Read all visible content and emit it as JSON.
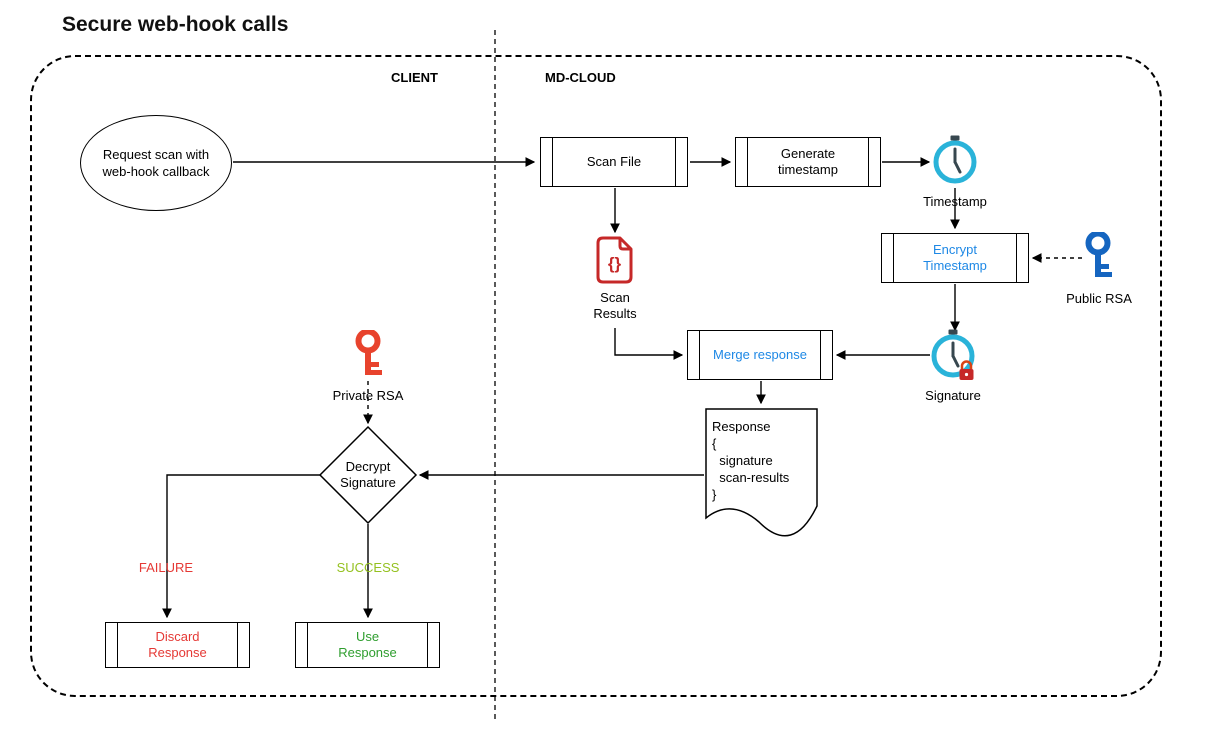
{
  "title": "Secure web-hook calls",
  "lanes": {
    "client": "CLIENT",
    "cloud": "MD-CLOUD"
  },
  "nodes": {
    "request_scan": {
      "line1": "Request scan with",
      "line2": "web-hook callback"
    },
    "scan_file": {
      "label": "Scan File"
    },
    "generate_timestamp": {
      "line1": "Generate",
      "line2": "timestamp"
    },
    "timestamp": {
      "label": "Timestamp"
    },
    "encrypt_timestamp": {
      "line1": "Encrypt",
      "line2": "Timestamp"
    },
    "public_rsa": {
      "label": "Public RSA"
    },
    "signature": {
      "label": "Signature"
    },
    "merge_response": {
      "label": "Merge response"
    },
    "scan_results": {
      "glyph": "{}",
      "line1": "Scan",
      "line2": "Results"
    },
    "response_doc": {
      "lines": [
        "Response",
        "{",
        "  signature",
        "  scan-results",
        "}"
      ]
    },
    "private_rsa": {
      "label": "Private RSA"
    },
    "decrypt_signature": {
      "line1": "Decrypt",
      "line2": "Signature"
    },
    "discard_response": {
      "line1": "Discard",
      "line2": "Response"
    },
    "use_response": {
      "line1": "Use",
      "line2": "Response"
    }
  },
  "edge_labels": {
    "failure": "FAILURE",
    "success": "SUCCESS"
  },
  "icons": {
    "timestamp_clock": "clock",
    "signature_clock_lock": "clock-with-lock",
    "public_rsa_key": "key",
    "private_rsa_key": "key",
    "scan_results_file": "code-file-braces"
  },
  "colors": {
    "line_black": "#000000",
    "accent_blue_text": "#1e88e5",
    "failure_red": "#e53935",
    "success_lime": "#94c11f",
    "use_green": "#2f9e2f",
    "icon_file_red": "#c62828",
    "key_red": "#e8432d",
    "key_blue": "#1565c0",
    "clock_cyan": "#2ab3d9",
    "clock_hands": "#37474f"
  }
}
